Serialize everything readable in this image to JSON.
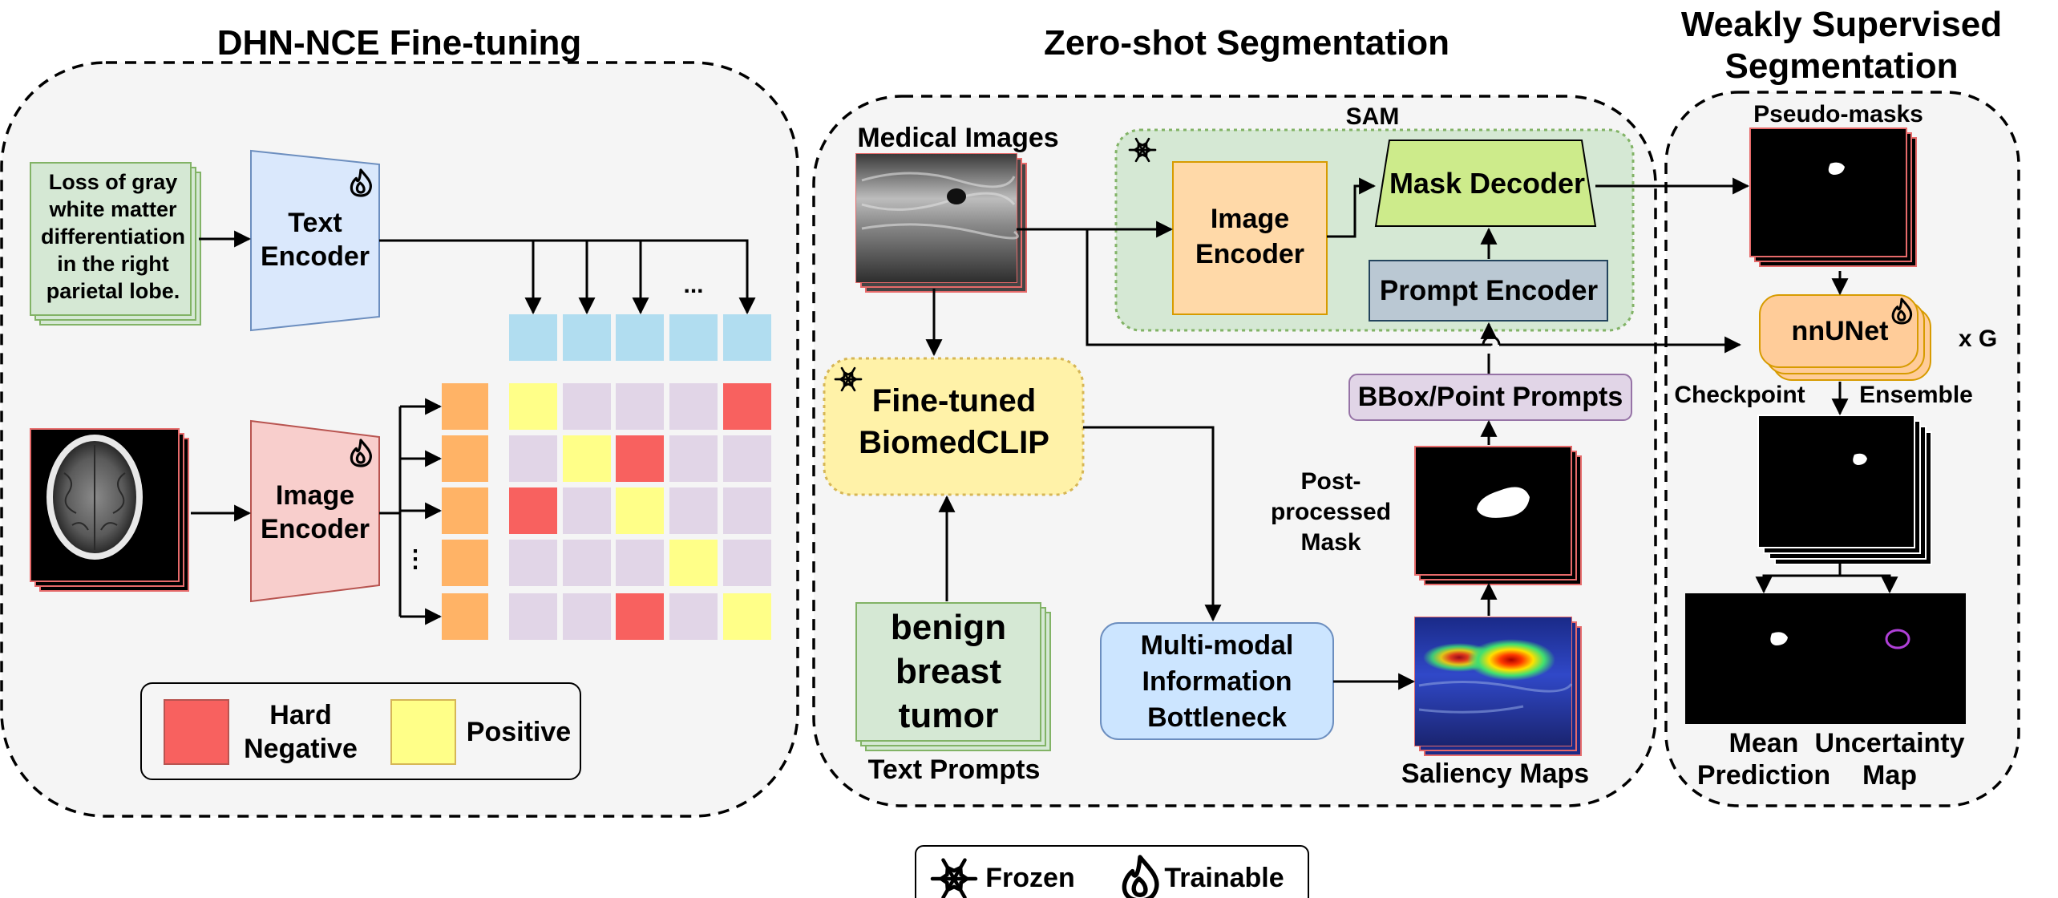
{
  "titles": {
    "finetune": "DHN-NCE Fine-tuning",
    "zeroshot": "Zero-shot Segmentation",
    "weak_line1": "Weakly Supervised",
    "weak_line2": "Segmentation"
  },
  "finetune": {
    "caption": [
      "Loss of gray",
      "white matter",
      "differentiation",
      "in the right",
      "parietal lobe."
    ],
    "text_encoder": [
      "Text",
      "Encoder"
    ],
    "image_encoder": [
      "Image",
      "Encoder"
    ],
    "ellipsis": "...",
    "vertical_ellipsis": "⋮",
    "legend_hard": [
      "Hard",
      "Negative"
    ],
    "legend_positive": "Positive",
    "matrix": [
      [
        "positive",
        "neutral",
        "neutral",
        "neutral",
        "hard"
      ],
      [
        "neutral",
        "positive",
        "hard",
        "neutral",
        "neutral"
      ],
      [
        "hard",
        "neutral",
        "positive",
        "neutral",
        "neutral"
      ],
      [
        "neutral",
        "neutral",
        "neutral",
        "positive",
        "neutral"
      ],
      [
        "neutral",
        "neutral",
        "hard",
        "neutral",
        "positive"
      ]
    ]
  },
  "zeroshot": {
    "medical_images": "Medical Images",
    "sam": "SAM",
    "image_encoder": [
      "Image",
      "Encoder"
    ],
    "mask_decoder": "Mask Decoder",
    "prompt_encoder": "Prompt Encoder",
    "biomedclip": [
      "Fine-tuned",
      "BiomedCLIP"
    ],
    "bbox_prompts": "BBox/Point Prompts",
    "post_processed": [
      "Post-",
      "processed",
      "Mask"
    ],
    "text_prompt_card": [
      "benign",
      "breast",
      "tumor"
    ],
    "text_prompts": "Text Prompts",
    "mib": [
      "Multi-modal",
      "Information",
      "Bottleneck"
    ],
    "saliency_maps": "Saliency Maps"
  },
  "weak": {
    "pseudo_masks": "Pseudo-masks",
    "nnunet": "nnUNet",
    "xg": "x G",
    "checkpoint": "Checkpoint",
    "ensemble": "Ensemble",
    "mean_prediction": [
      "Mean",
      "Prediction"
    ],
    "uncertainty_map": [
      "Uncertainty",
      "Map"
    ]
  },
  "legend": {
    "frozen": "Frozen",
    "trainable": "Trainable"
  },
  "colors": {
    "text_note": "#d5e8d4",
    "text_encoder": "#dae8fc",
    "image_encoder": "#f8cecc",
    "row_feature": "#ffb366",
    "col_feature": "#b1ddf0",
    "neutral": "#e1d5e7",
    "positive": "#ffff88",
    "hard_negative": "#f8615f",
    "sam_panel": "#d5e8d4",
    "sam_image_encoder": "#ffd9a8",
    "mask_decoder": "#cdeb8b",
    "prompt_encoder": "#bac8d3",
    "biomedclip": "#fff2a8",
    "bbox": "#e1d5e7",
    "mib": "#cce5ff",
    "nnunet": "#ffcc99",
    "panel": "#f5f5f5"
  }
}
